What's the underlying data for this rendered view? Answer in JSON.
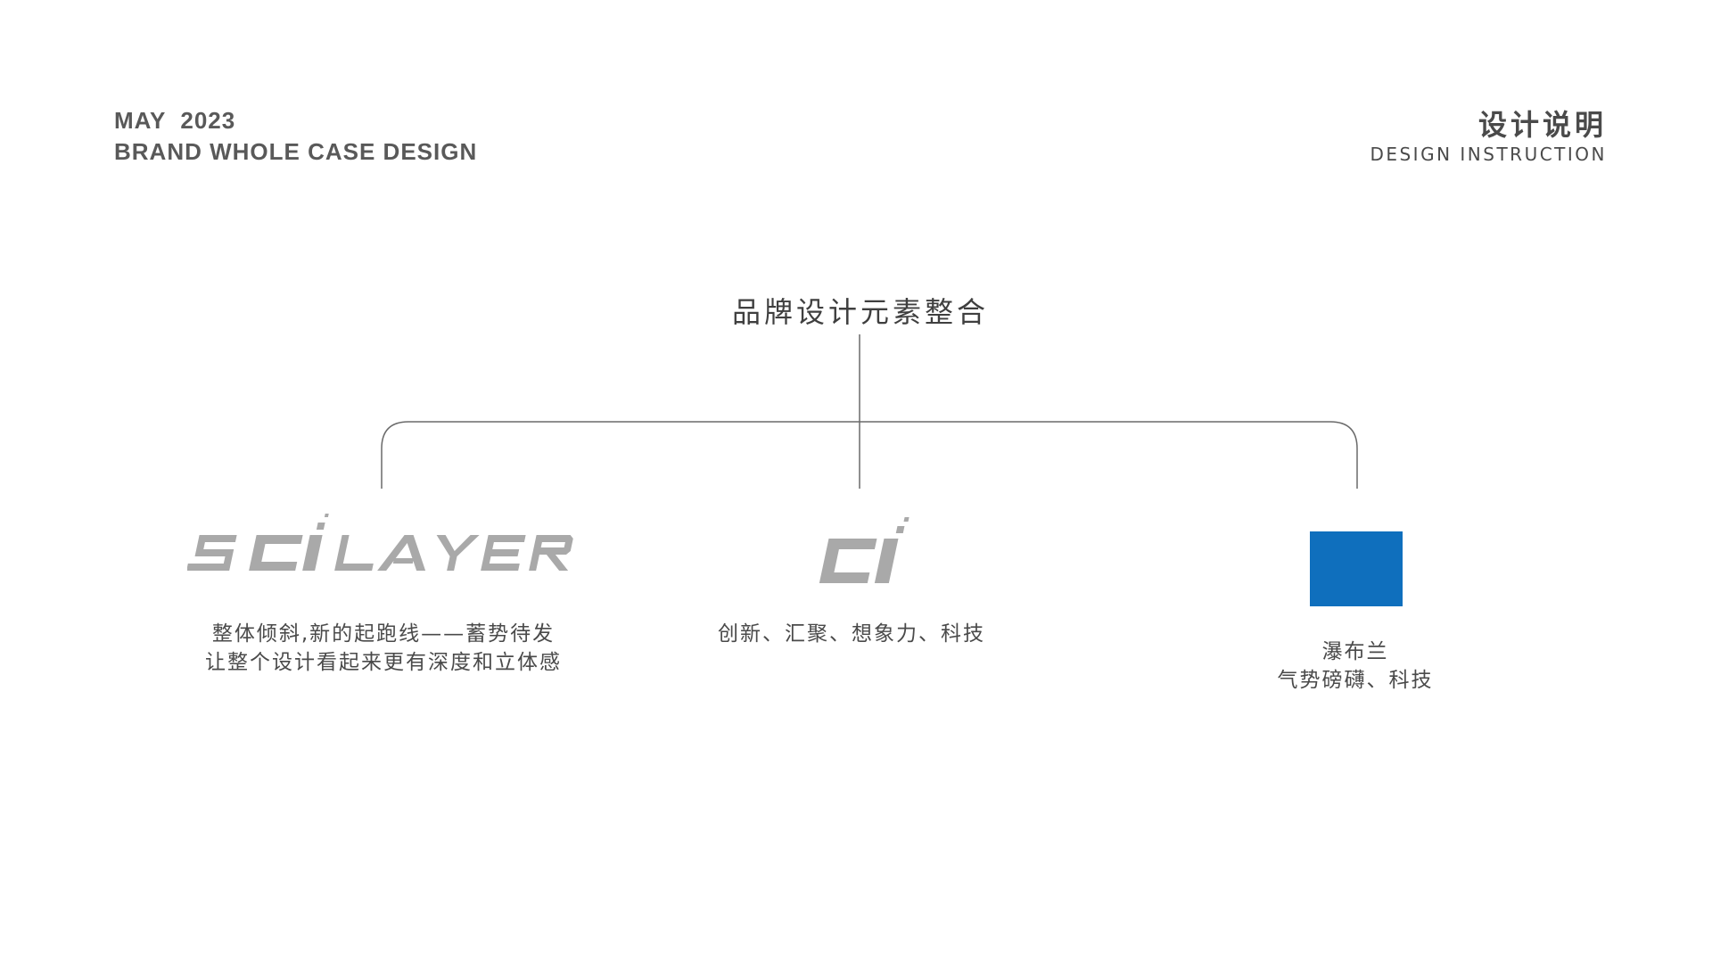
{
  "header": {
    "date": "MAY  2023",
    "subtitle": "BRAND WHOLE CASE DESIGN",
    "section_title_cn": "设计说明",
    "section_title_en": "DESIGN INSTRUCTION"
  },
  "main": {
    "title": "品牌设计元素整合",
    "items": [
      {
        "logo_text": "SCiLAYER",
        "caption_line1": "整体倾斜,新的起跑线——蓄势待发",
        "caption_line2": "让整个设计看起来更有深度和立体感"
      },
      {
        "logo_text": "Ci",
        "caption_line1": "创新、汇聚、想象力、科技"
      },
      {
        "color": "#0f6fbd",
        "caption_line1": "瀑布兰",
        "caption_line2": "气势磅礴、科技"
      }
    ]
  },
  "colors": {
    "text": "#4a4a4a",
    "logo_gray": "#a9a9a9",
    "line": "#6a6a6a",
    "blue": "#0f6fbd"
  }
}
